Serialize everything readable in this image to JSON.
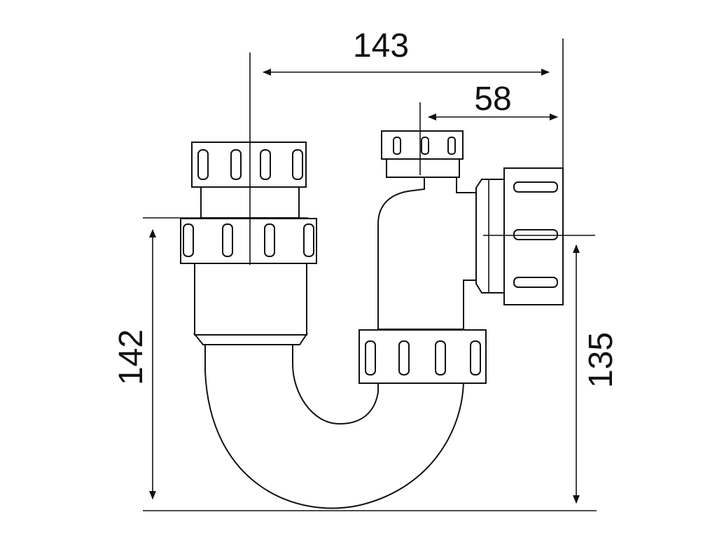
{
  "dimensions": {
    "top_width": "143",
    "outlet_offset": "58",
    "left_height": "142",
    "right_height": "135"
  },
  "colors": {
    "line": "#111111",
    "background": "#ffffff"
  }
}
